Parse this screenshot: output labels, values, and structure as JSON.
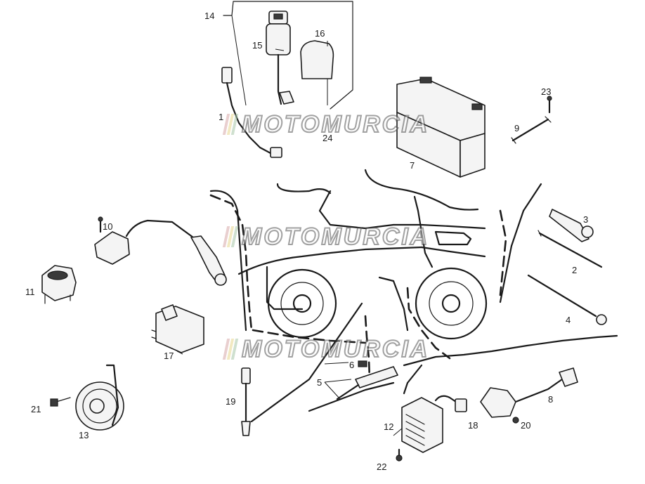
{
  "watermark": {
    "text": "MOTOMURCIA",
    "stripe_colors": [
      "#d8a8a8",
      "#e8d890",
      "#a8c8a8"
    ]
  },
  "callouts": [
    {
      "id": "1",
      "label": "1"
    },
    {
      "id": "2",
      "label": "2"
    },
    {
      "id": "3",
      "label": "3"
    },
    {
      "id": "4",
      "label": "4"
    },
    {
      "id": "5",
      "label": "5"
    },
    {
      "id": "6",
      "label": "6"
    },
    {
      "id": "7",
      "label": "7"
    },
    {
      "id": "8",
      "label": "8"
    },
    {
      "id": "9",
      "label": "9"
    },
    {
      "id": "10",
      "label": "10"
    },
    {
      "id": "11",
      "label": "11"
    },
    {
      "id": "12",
      "label": "12"
    },
    {
      "id": "13",
      "label": "13"
    },
    {
      "id": "14",
      "label": "14"
    },
    {
      "id": "15",
      "label": "15"
    },
    {
      "id": "16",
      "label": "16"
    },
    {
      "id": "17",
      "label": "17"
    },
    {
      "id": "18",
      "label": "18"
    },
    {
      "id": "19",
      "label": "19"
    },
    {
      "id": "20",
      "label": "20"
    },
    {
      "id": "21",
      "label": "21"
    },
    {
      "id": "22",
      "label": "22"
    },
    {
      "id": "23",
      "label": "23"
    },
    {
      "id": "24",
      "label": "24"
    }
  ]
}
